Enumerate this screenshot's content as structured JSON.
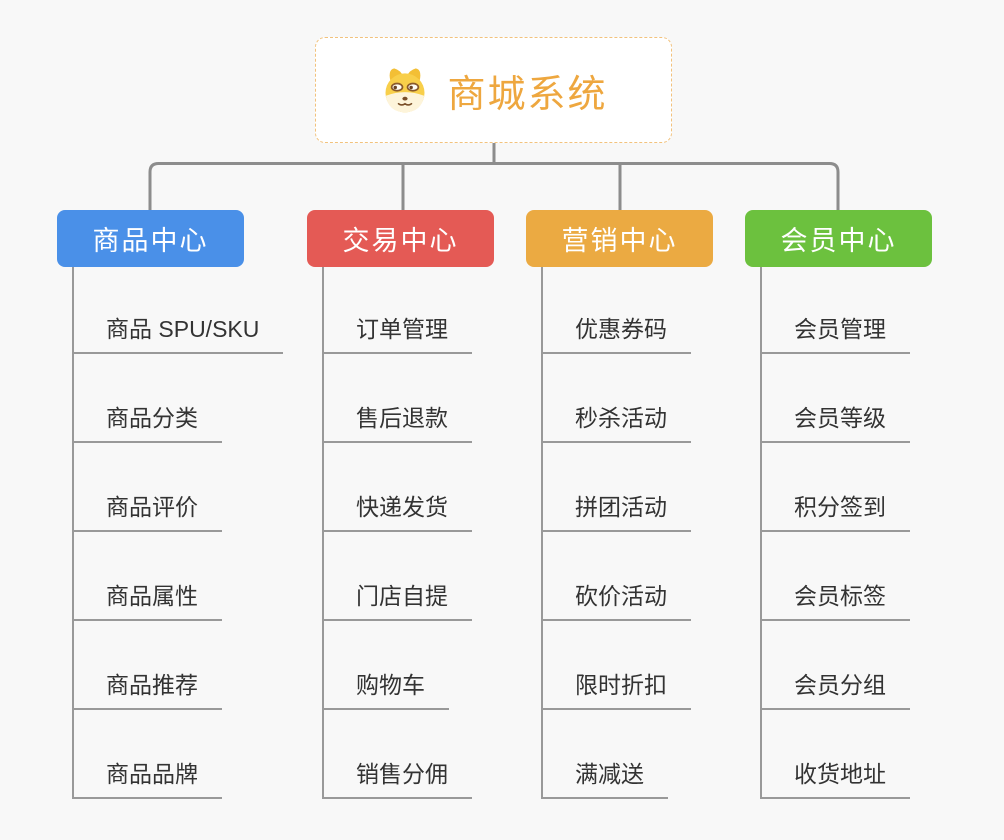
{
  "root": {
    "title": "商城系统",
    "title_color": "#eea73f",
    "border_color": "#f2c27d",
    "icon": "dog-face-icon"
  },
  "connector_color": "#8d8d8d",
  "line_color": "#999999",
  "branches": [
    {
      "label": "商品中心",
      "color": "#4a90e8",
      "items": [
        "商品 SPU/SKU",
        "商品分类",
        "商品评价",
        "商品属性",
        "商品推荐",
        "商品品牌"
      ]
    },
    {
      "label": "交易中心",
      "color": "#e45a55",
      "items": [
        "订单管理",
        "售后退款",
        "快递发货",
        "门店自提",
        "购物车",
        "销售分佣"
      ]
    },
    {
      "label": "营销中心",
      "color": "#ebaa42",
      "items": [
        "优惠券码",
        "秒杀活动",
        "拼团活动",
        "砍价活动",
        "限时折扣",
        "满减送"
      ]
    },
    {
      "label": "会员中心",
      "color": "#6cc13e",
      "items": [
        "会员管理",
        "会员等级",
        "积分签到",
        "会员标签",
        "会员分组",
        "收货地址"
      ]
    }
  ]
}
